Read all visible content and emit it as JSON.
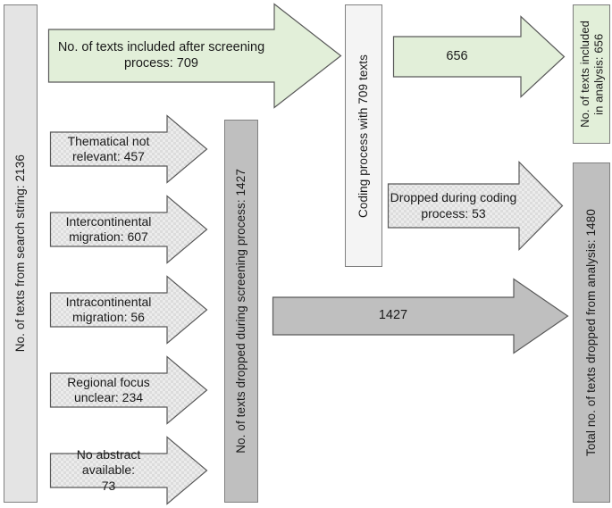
{
  "diagram": {
    "title": "Literature screening and coding flow diagram",
    "colors": {
      "green_fill": "#e2efd9",
      "green_stroke": "#7b7b7b",
      "grey_light_fill": "#e4e4e4",
      "grey_mid_fill": "#bfbfbf",
      "white_fill": "#f4f4f4",
      "stroke": "#808080",
      "pattern_fill": "#e9e9e9",
      "pattern_check": "#dadada",
      "text": "#1a1a1a"
    },
    "bars": {
      "source": {
        "label": "No. of texts from search string: 2136",
        "value": 2136,
        "style": "grey-light",
        "orientation": "vertical"
      },
      "dropped_screening": {
        "label": "No. of texts dropped during  screening process: 1427",
        "value": 1427,
        "style": "grey-mid",
        "orientation": "vertical"
      },
      "coding": {
        "label": "Coding process with 709 texts",
        "value": 709,
        "style": "white",
        "orientation": "vertical"
      },
      "included": {
        "label": "No. of texts included\nin analysis: 656",
        "value": 656,
        "style": "green",
        "orientation": "vertical"
      },
      "dropped_total": {
        "label": "Total no. of texts dropped from analysis: 1480",
        "value": 1480,
        "style": "grey-mid",
        "orientation": "vertical"
      }
    },
    "arrows": {
      "screened_in": {
        "label": "No. of texts included after screening\nprocess: 709",
        "value": 709,
        "style": "green",
        "direction": "right"
      },
      "coded_in": {
        "label": "656",
        "value": 656,
        "style": "green",
        "direction": "right"
      },
      "dropped_coding": {
        "label": "Dropped during coding\nprocess: 53",
        "value": 53,
        "style": "pattern",
        "direction": "right"
      },
      "dropped_total_flow": {
        "label": "1427",
        "value": 1427,
        "style": "grey-mid",
        "direction": "right"
      },
      "exclusions": [
        {
          "label": "Thematical not\nrelevant: 457",
          "value": 457,
          "style": "pattern",
          "direction": "right"
        },
        {
          "label": "Intercontinental\nmigration: 607",
          "value": 607,
          "style": "pattern",
          "direction": "right"
        },
        {
          "label": "Intracontinental\nmigration: 56",
          "value": 56,
          "style": "pattern",
          "direction": "right"
        },
        {
          "label": "Regional focus\nunclear: 234",
          "value": 234,
          "style": "pattern",
          "direction": "right"
        },
        {
          "label": "No abstract available:\n73",
          "value": 73,
          "style": "pattern",
          "direction": "right"
        }
      ]
    }
  }
}
